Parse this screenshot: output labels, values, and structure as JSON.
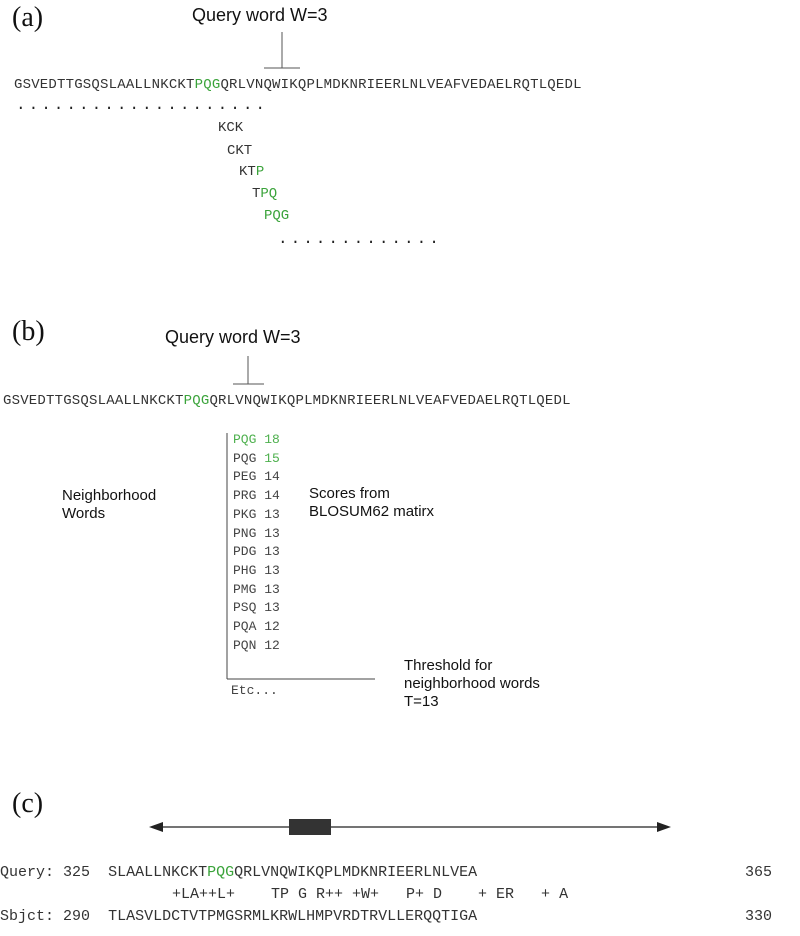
{
  "panel_a": {
    "label": "(a)",
    "caption": "Query word W=3",
    "sequence": {
      "before": "GSVEDTTGSQSLAALLNKCKT",
      "highlight": "PQG",
      "after": "QRLVNQWIKQPLMDKNRIEERLNLVEAFVEDAELRQTLQEDL"
    },
    "dots_top": "....................",
    "sliding_words": [
      {
        "plain": "KCK",
        "green": ""
      },
      {
        "plain": "CKT",
        "green": ""
      },
      {
        "plain": "KT",
        "green": "P"
      },
      {
        "plain": "T",
        "green": "PQ"
      },
      {
        "plain": "",
        "green": "PQG"
      }
    ],
    "dots_bottom": "............."
  },
  "panel_b": {
    "label": "(b)",
    "caption": "Query word W=3",
    "sequence": {
      "before": "GSVEDTTGSQSLAALLNKCKT",
      "highlight": "PQG",
      "after": "QRLVNQWIKQPLMDKNRIEERLNLVEAFVEDAELRQTLQEDL"
    },
    "neighborhood_label": "Neighborhood\nWords",
    "scores_label": "Scores from\nBLOSUM62 matirx",
    "threshold_label": "Threshold for\nneighborhood words\nT=13",
    "words": [
      {
        "word": "PQG",
        "score": "18",
        "word_green": true,
        "score_green": true
      },
      {
        "word": "PQG",
        "score": "15",
        "word_green": false,
        "score_green": true
      },
      {
        "word": "PEG",
        "score": "14",
        "word_green": false,
        "score_green": false
      },
      {
        "word": "PRG",
        "score": "14",
        "word_green": false,
        "score_green": false
      },
      {
        "word": "PKG",
        "score": "13",
        "word_green": false,
        "score_green": false
      },
      {
        "word": "PNG",
        "score": "13",
        "word_green": false,
        "score_green": false
      },
      {
        "word": "PDG",
        "score": "13",
        "word_green": false,
        "score_green": false
      },
      {
        "word": "PHG",
        "score": "13",
        "word_green": false,
        "score_green": false
      },
      {
        "word": "PMG",
        "score": "13",
        "word_green": false,
        "score_green": false
      },
      {
        "word": "PSQ",
        "score": "13",
        "word_green": false,
        "score_green": false
      },
      {
        "word": "PQA",
        "score": "12",
        "word_green": false,
        "score_green": false
      },
      {
        "word": "PQN",
        "score": "12",
        "word_green": false,
        "score_green": false
      }
    ],
    "etc_label": "Etc..."
  },
  "panel_c": {
    "label": "(c)",
    "query": {
      "label": "Query:",
      "start": "325",
      "before": "SLAALLNKCKT",
      "highlight": "PQG",
      "after": "QRLVNQWIKQPLMDKNRIEERLNLVEA",
      "end": "365"
    },
    "match_line": "+LA++L+    TP G R++ +W+   P+ D    + ER   + A",
    "subject": {
      "label": "Sbjct:",
      "start": "290",
      "sequence": "TLASVLDCTVTPMGSRMLKRWLHMPVRDTRVLLERQQTIGA",
      "end": "330"
    }
  }
}
